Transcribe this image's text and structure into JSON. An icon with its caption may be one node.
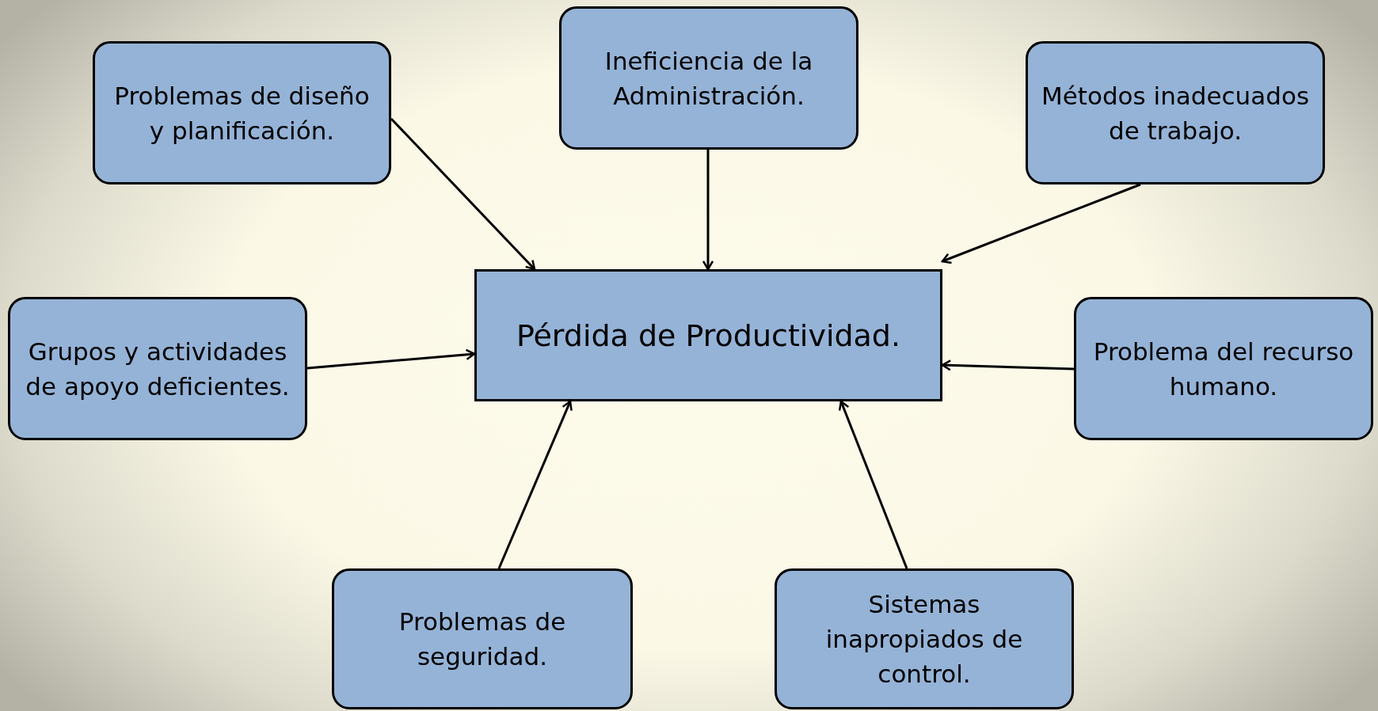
{
  "diagram": {
    "nodes": [
      {
        "text": [
          "Pérdida de Productividad."
        ]
      },
      {
        "text": [
          "Problemas de diseño y planificación."
        ]
      },
      {
        "text": [
          "Ineficiencia de la Administración."
        ]
      },
      {
        "text": [
          "Métodos inadecuados de trabajo."
        ]
      },
      {
        "text": [
          "Grupos y actividades de apoyo deficientes."
        ]
      },
      {
        "text": [
          "Problema del recurso humano."
        ]
      },
      {
        "text": [
          "Problemas de seguridad."
        ]
      },
      {
        "text": [
          "Sistemas inapropiados de control."
        ]
      }
    ],
    "edges": [
      {
        "from": 1,
        "to": 0,
        "arrow": "to"
      },
      {
        "from": 2,
        "to": 0,
        "arrow": "to"
      },
      {
        "from": 3,
        "to": 0,
        "arrow": "to"
      },
      {
        "from": 4,
        "to": 0,
        "arrow": "to"
      },
      {
        "from": 5,
        "to": 0,
        "arrow": "to"
      },
      {
        "from": 6,
        "to": 0,
        "arrow": "to"
      },
      {
        "from": 7,
        "to": 0,
        "arrow": "to"
      }
    ]
  }
}
